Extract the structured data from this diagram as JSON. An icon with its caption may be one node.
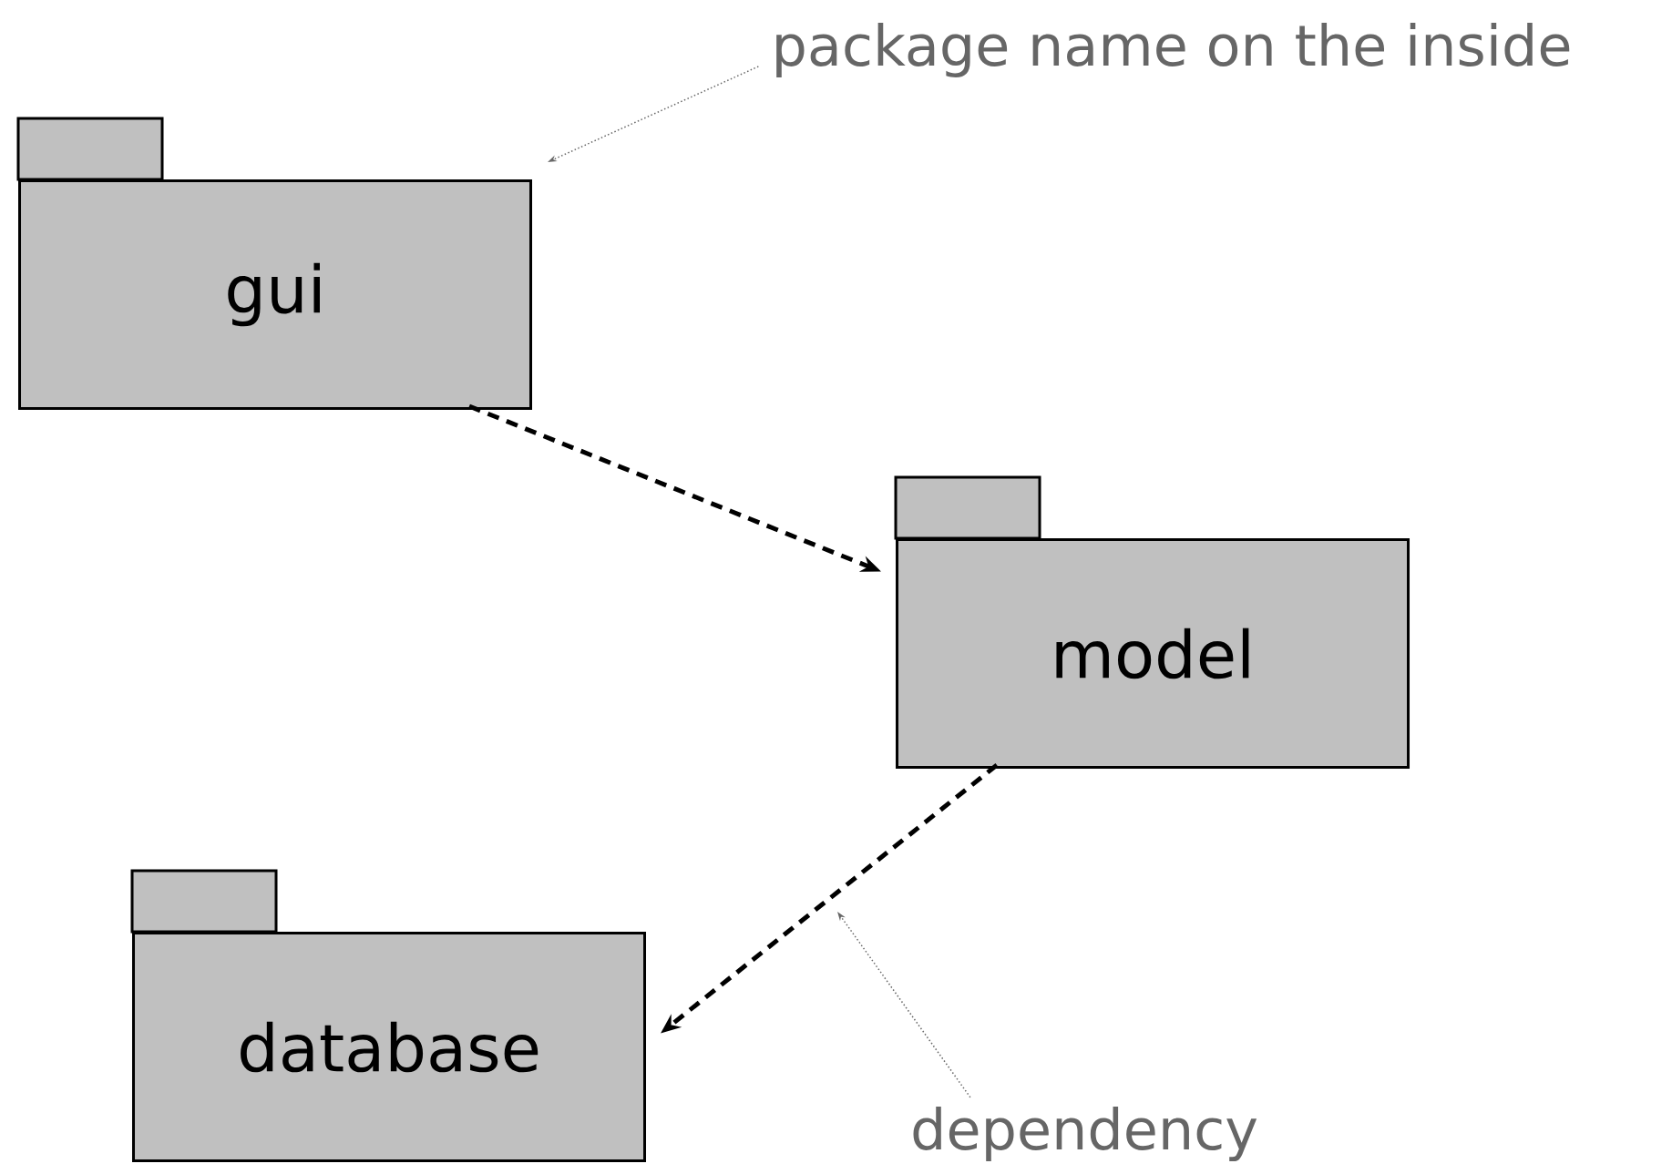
{
  "diagram": {
    "nodes": [
      {
        "text": [
          "gui"
        ]
      },
      {
        "text": [
          "model"
        ]
      },
      {
        "text": [
          "database"
        ]
      },
      {
        "text": [
          "package name on the inside"
        ]
      },
      {
        "text": [
          "dependency"
        ]
      }
    ],
    "edges": [
      {
        "from": 0,
        "to": 1,
        "arrow": "to",
        "style": "dashed"
      },
      {
        "from": 1,
        "to": 2,
        "arrow": "to",
        "style": "dashed"
      },
      {
        "from": 3,
        "to": 0,
        "arrow": "to",
        "color": "#666666"
      },
      {
        "from": 4,
        "to": null,
        "arrow": "to",
        "color": "#666666"
      }
    ]
  }
}
